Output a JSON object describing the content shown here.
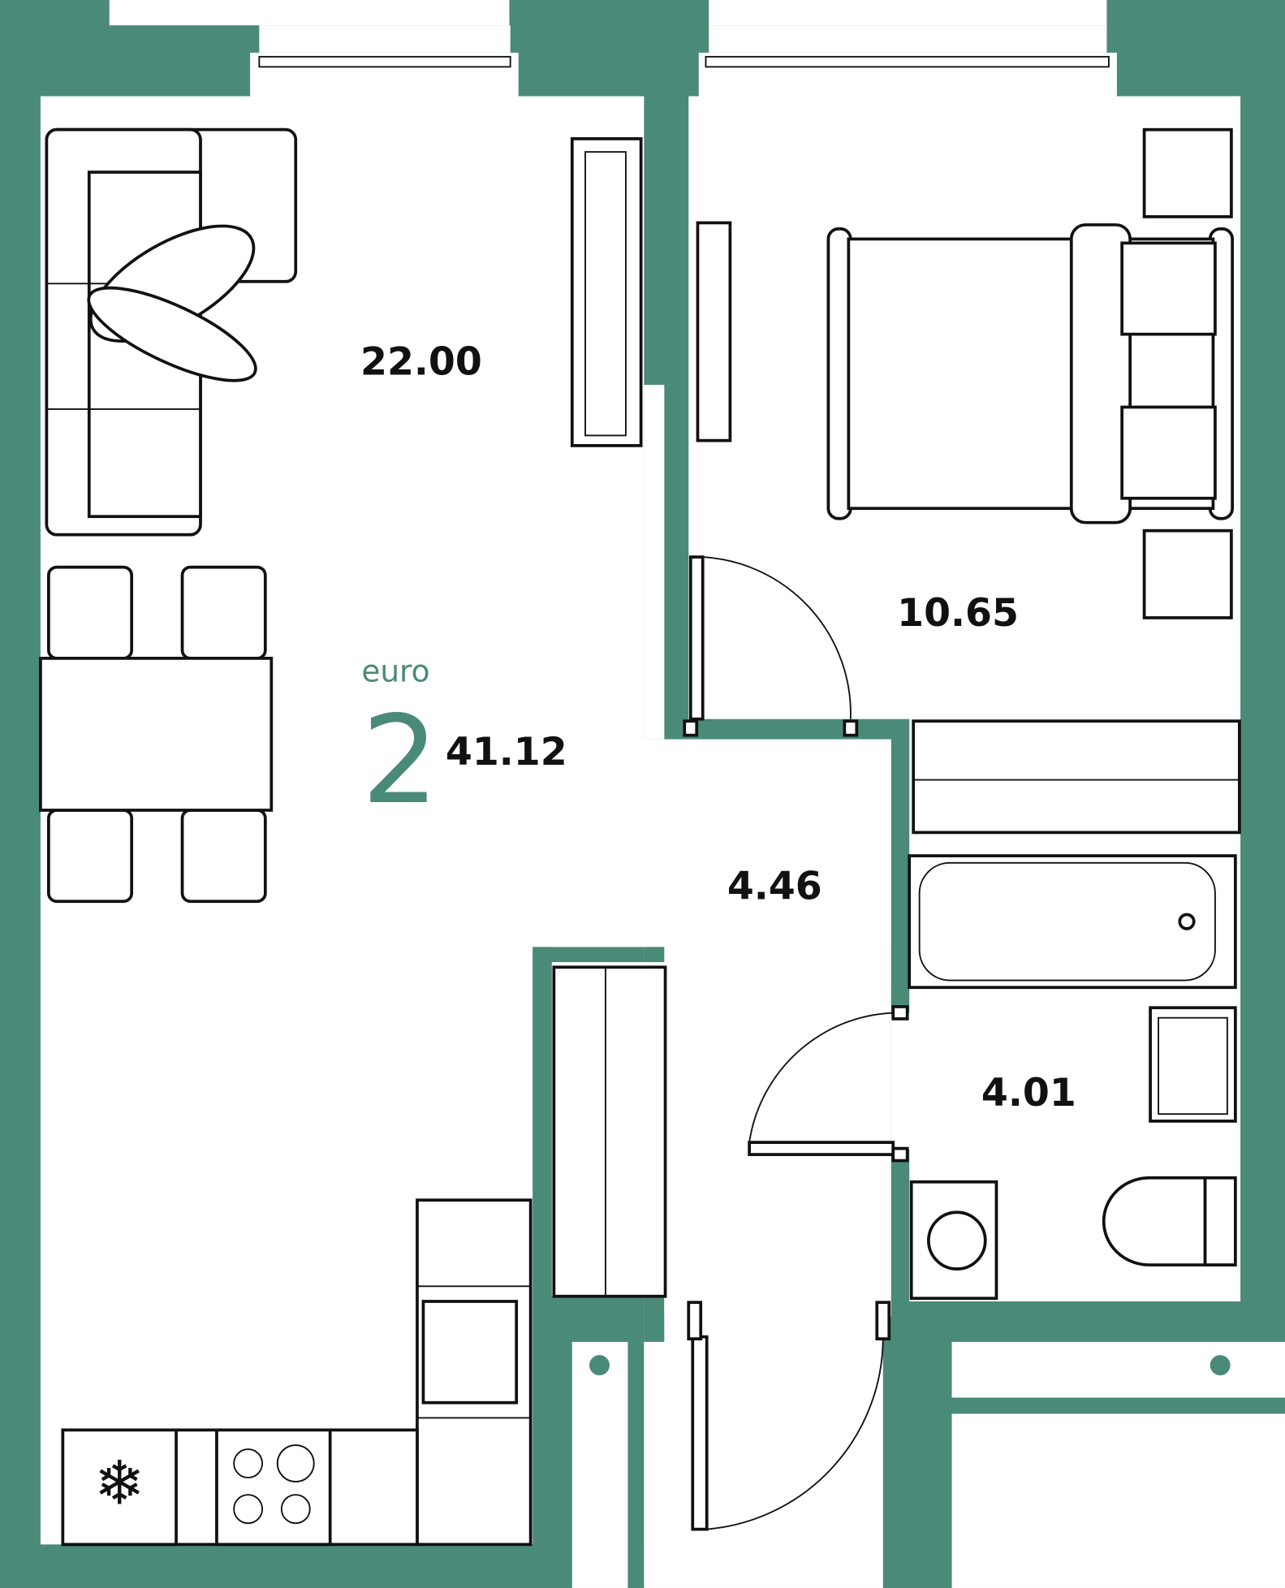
{
  "plan": {
    "wall_color": "#4a8a78",
    "apartment_type": "euro",
    "rooms_count": "2",
    "total_area": "41.12",
    "rooms": [
      {
        "name": "living-kitchen",
        "area": "22.00"
      },
      {
        "name": "bedroom",
        "area": "10.65"
      },
      {
        "name": "hallway",
        "area": "4.46"
      },
      {
        "name": "bathroom",
        "area": "4.01"
      }
    ]
  }
}
